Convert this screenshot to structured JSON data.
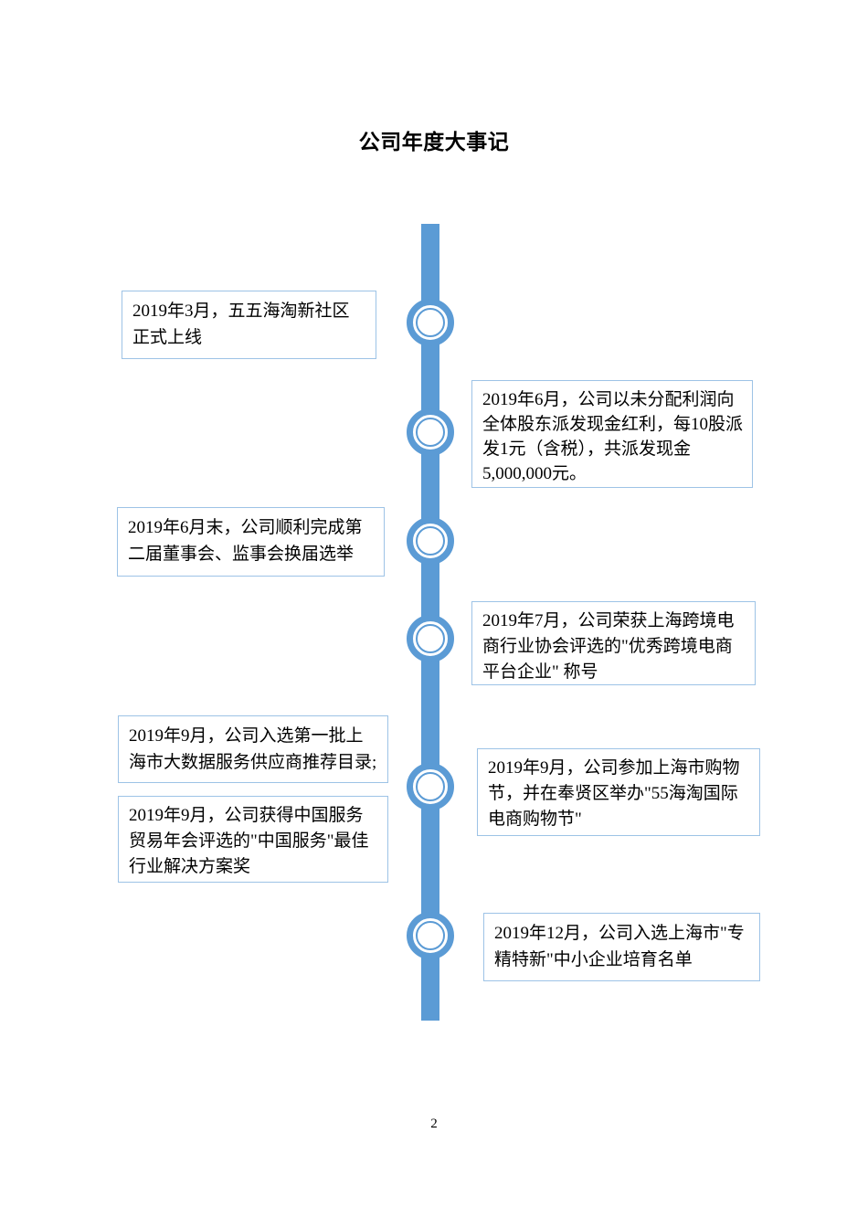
{
  "page": {
    "title": "公司年度大事记",
    "page_number": "2"
  },
  "theme": {
    "timeline_color": "#5B9BD5",
    "box_border_color": "#9DC3E6",
    "text_color": "#000000",
    "background_color": "#FFFFFF"
  },
  "timeline": {
    "node_count": 6,
    "events": [
      {
        "side": "left",
        "text": "2019年3月，五五海淘新社区正式上线"
      },
      {
        "side": "right",
        "text": "2019年6月，公司以未分配利润向全体股东派发现金红利，每10股派发1元（含税），共派发现金5,000,000元。"
      },
      {
        "side": "left",
        "text": "2019年6月末，公司顺利完成第二届董事会、监事会换届选举"
      },
      {
        "side": "right",
        "text": "2019年7月，公司荣获上海跨境电商行业协会评选的\"优秀跨境电商平台企业\" 称号"
      },
      {
        "side": "left",
        "text": "2019年9月，公司入选第一批上海市大数据服务供应商推荐目录;"
      },
      {
        "side": "left",
        "text": "2019年9月，公司获得中国服务贸易年会评选的\"中国服务\"最佳行业解决方案奖"
      },
      {
        "side": "right",
        "text": "2019年9月，公司参加上海市购物节，并在奉贤区举办\"55海淘国际电商购物节\""
      },
      {
        "side": "right",
        "text": "2019年12月，公司入选上海市\"专精特新\"中小企业培育名单"
      }
    ]
  }
}
